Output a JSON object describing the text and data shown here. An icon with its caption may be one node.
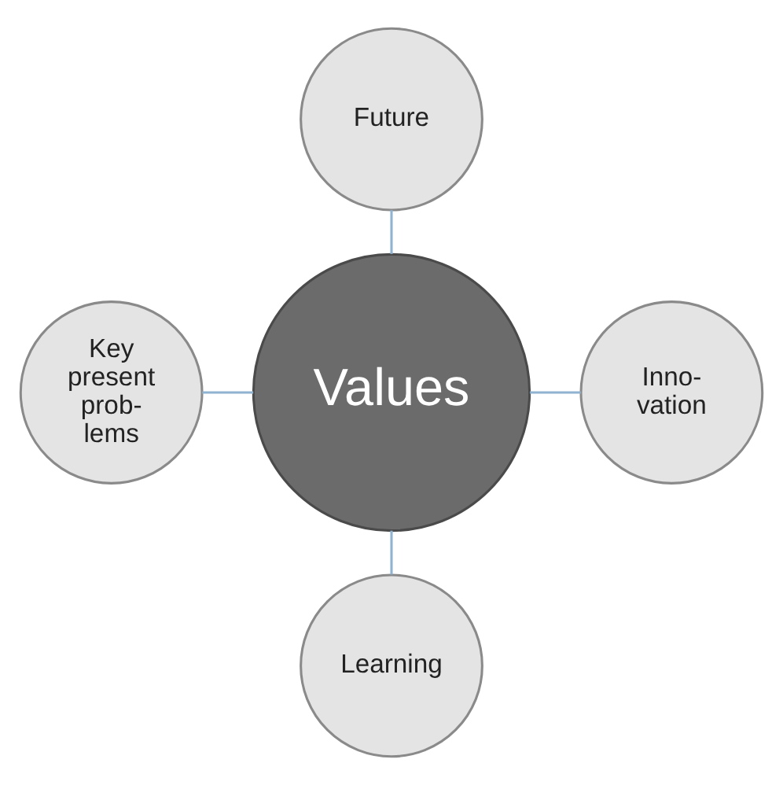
{
  "diagram": {
    "nodes": [
      {
        "text": [
          "Future"
        ]
      },
      {
        "text": [
          "Key present prob- lems"
        ]
      },
      {
        "text": [
          "Values"
        ]
      },
      {
        "text": [
          "Inno- vation"
        ]
      },
      {
        "text": [
          "Learning"
        ]
      }
    ],
    "edges": [
      {
        "from": 2,
        "to": 0,
        "arrow": "none"
      },
      {
        "from": 2,
        "to": 1,
        "arrow": "none"
      },
      {
        "from": 2,
        "to": 3,
        "arrow": "none"
      },
      {
        "from": 2,
        "to": 4,
        "arrow": "none"
      }
    ]
  }
}
